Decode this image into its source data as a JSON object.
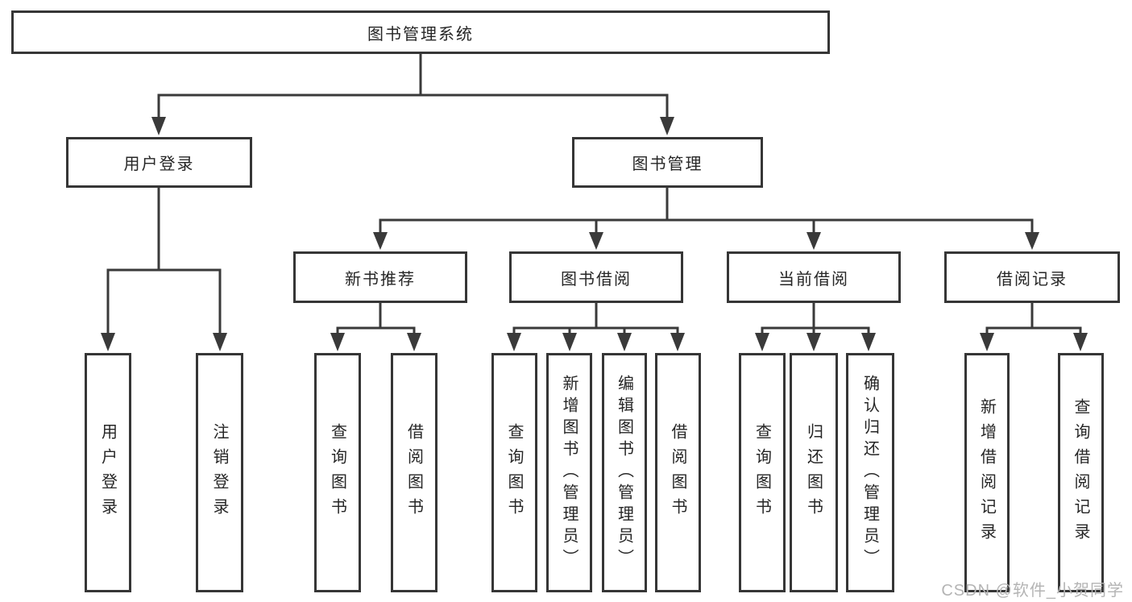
{
  "diagram": {
    "title": "图书管理系统",
    "root": {
      "label": "图书管理系统"
    },
    "branches": [
      {
        "label": "用户登录"
      },
      {
        "label": "图书管理"
      }
    ],
    "groups": [
      {
        "label": "新书推荐"
      },
      {
        "label": "图书借阅"
      },
      {
        "label": "当前借阅"
      },
      {
        "label": "借阅记录"
      }
    ],
    "leaves": [
      {
        "label": "用户登录",
        "parent": "用户登录"
      },
      {
        "label": "注销登录",
        "parent": "用户登录"
      },
      {
        "label": "查询图书",
        "parent": "新书推荐"
      },
      {
        "label": "借阅图书",
        "parent": "新书推荐"
      },
      {
        "label": "查询图书",
        "parent": "图书借阅"
      },
      {
        "label": "新增图书（管理员）",
        "parent": "图书借阅"
      },
      {
        "label": "编辑图书（管理员）",
        "parent": "图书借阅"
      },
      {
        "label": "借阅图书",
        "parent": "图书借阅"
      },
      {
        "label": "查询图书",
        "parent": "当前借阅"
      },
      {
        "label": "归还图书",
        "parent": "当前借阅"
      },
      {
        "label": "确认归还（管理员）",
        "parent": "当前借阅"
      },
      {
        "label": "新增借阅记录",
        "parent": "借阅记录"
      },
      {
        "label": "查询借阅记录",
        "parent": "借阅记录"
      }
    ],
    "colors": {
      "line": "#3a3a3a",
      "border": "#363636",
      "text": "#262626",
      "background": "#ffffff",
      "watermark_text": "#b4b4b4"
    }
  },
  "watermark": {
    "text": "CSDN @软件_小贺同学"
  }
}
